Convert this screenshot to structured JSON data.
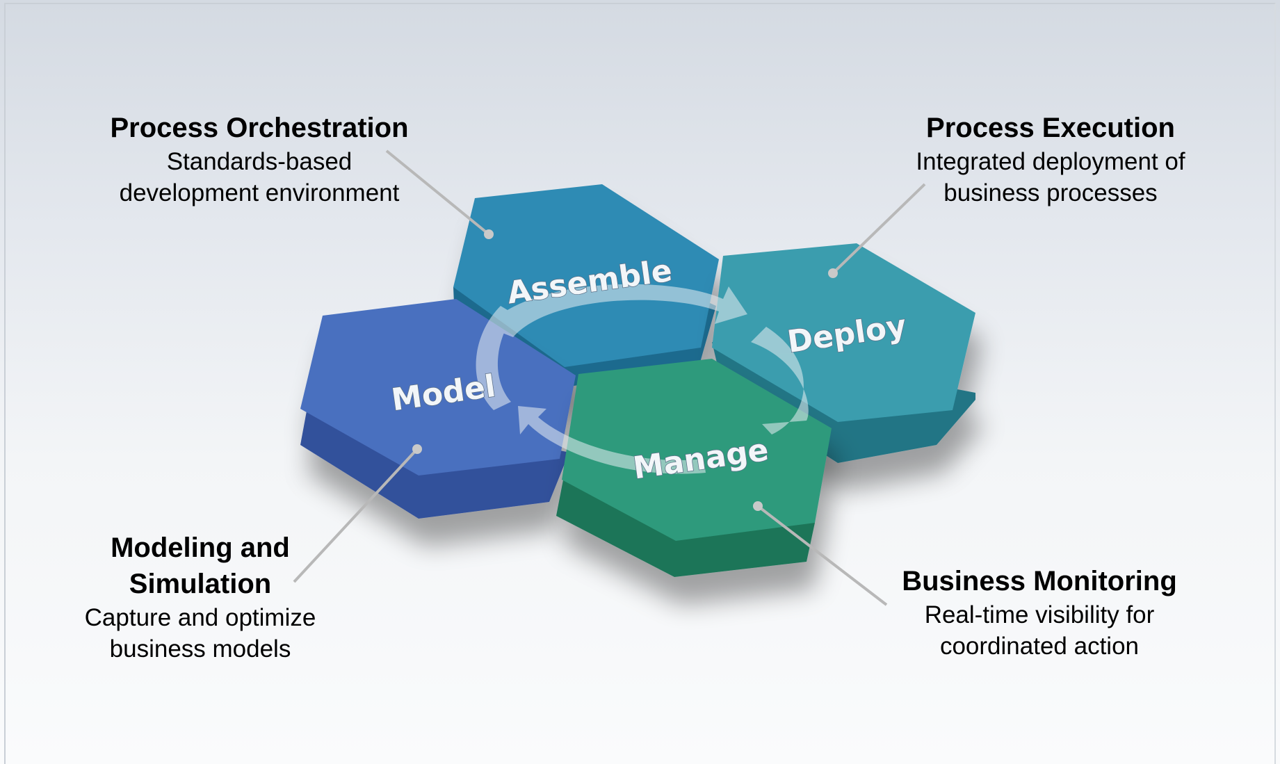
{
  "hexagons": {
    "assemble": {
      "label": "Assemble",
      "top_color": "#2f8bb4",
      "side_color": "#1f6b8e"
    },
    "deploy": {
      "label": "Deploy",
      "top_color": "#3a9dae",
      "side_color": "#227585"
    },
    "model": {
      "label": "Model",
      "top_color": "#4a6fbf",
      "side_color": "#33519b"
    },
    "manage": {
      "label": "Manage",
      "top_color": "#2f9a7c",
      "side_color": "#1d7459"
    }
  },
  "callouts": {
    "orchestration": {
      "title": "Process Orchestration",
      "desc_lines": [
        "Standards-based",
        "development environment"
      ]
    },
    "execution": {
      "title": "Process Execution",
      "desc_lines": [
        "Integrated deployment of",
        "business processes"
      ]
    },
    "modeling": {
      "title_lines": [
        "Modeling and",
        "Simulation"
      ],
      "desc_lines": [
        "Capture and optimize",
        "business models"
      ]
    },
    "monitoring": {
      "title": "Business Monitoring",
      "desc_lines": [
        "Real-time visibility for",
        "coordinated action"
      ]
    }
  },
  "colors": {
    "connector": "#b8b8b8",
    "cycle_arrow": "#e8eef2"
  }
}
